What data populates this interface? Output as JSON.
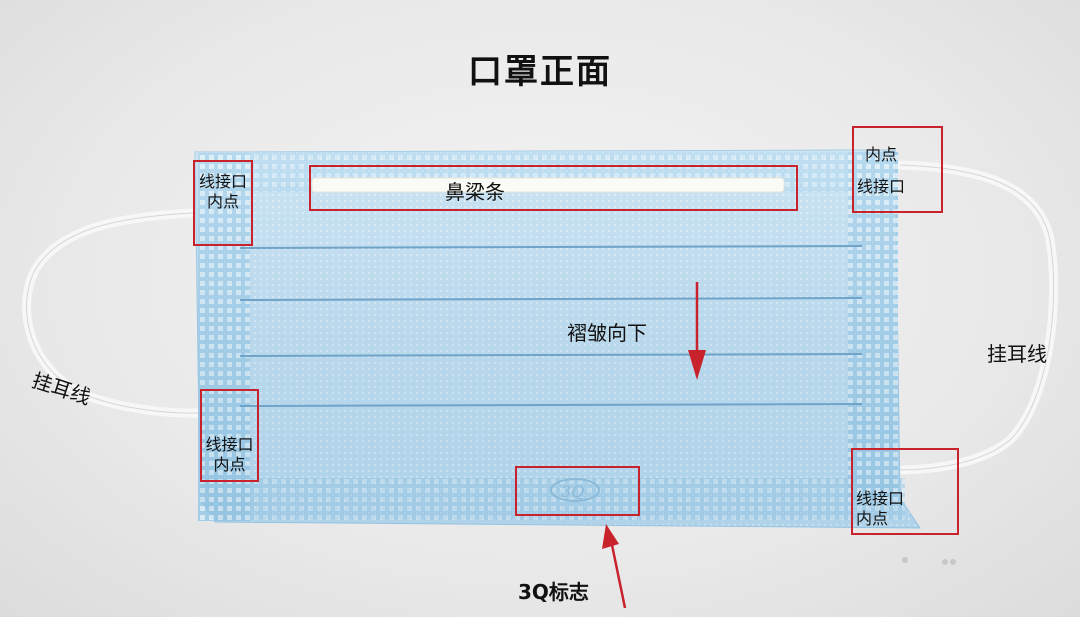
{
  "title": "口罩正面",
  "labels": {
    "nose_strip": "鼻梁条",
    "pleats_down": "褶皱向下",
    "ear_loop_left": "挂耳线",
    "ear_loop_right": "挂耳线",
    "logo": "3Q标志",
    "top_left": {
      "line1": "线接口",
      "line2": "内点"
    },
    "bottom_left": {
      "line1": "线接口",
      "line2": "内点"
    },
    "top_right": {
      "line1": "内点",
      "line2": "线接口"
    },
    "bottom_right": {
      "line1": "线接口",
      "line2": "内点"
    },
    "mask_logo_mark": "3Q"
  },
  "colors": {
    "mask_blue": "#b9d9ee",
    "annotation_red": "#c8232c",
    "ear_loop": "#f7f7f7"
  }
}
